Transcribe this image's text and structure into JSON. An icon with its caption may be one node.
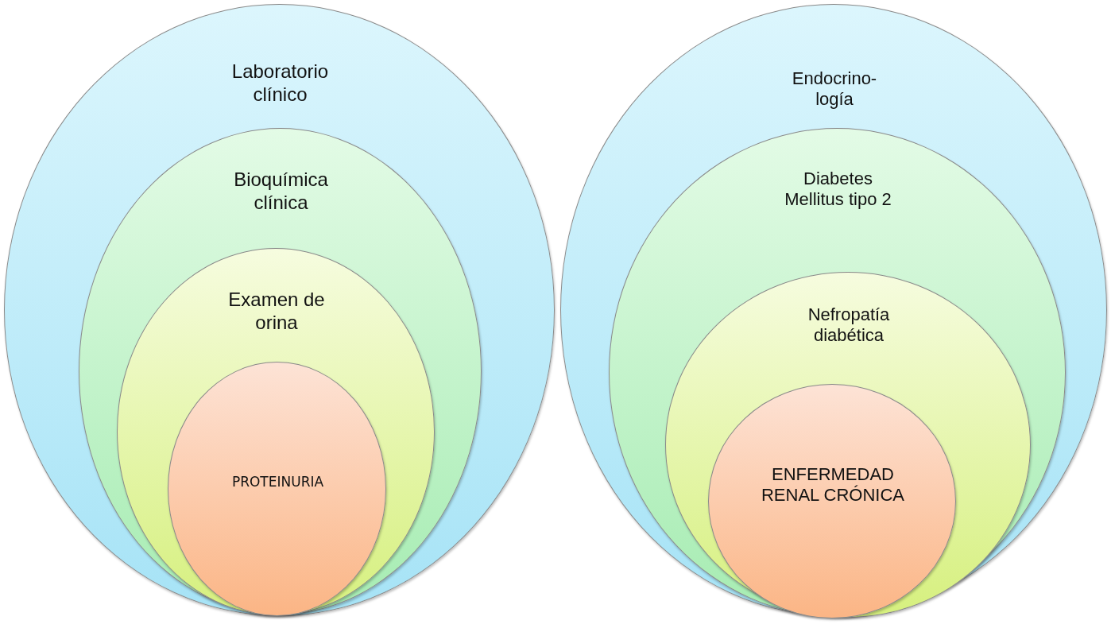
{
  "diagram": {
    "nodes": [
      {
        "text": [
          "Laboratorio clínico"
        ]
      },
      {
        "text": [
          "Bioquímica clínica"
        ],
        "in": 0
      },
      {
        "text": [
          "Examen de orina"
        ],
        "in": 1
      },
      {
        "text": [
          "PROTEINURIA"
        ],
        "in": 2
      },
      {
        "text": [
          "Endocrino-logía"
        ]
      },
      {
        "text": [
          "Diabetes Mellitus tipo 2"
        ],
        "in": 4
      },
      {
        "text": [
          "Nefropatía diabética"
        ],
        "in": 5
      },
      {
        "text": [
          "ENFERMEDAD RENAL CRÓNICA"
        ],
        "in": 6
      }
    ]
  }
}
